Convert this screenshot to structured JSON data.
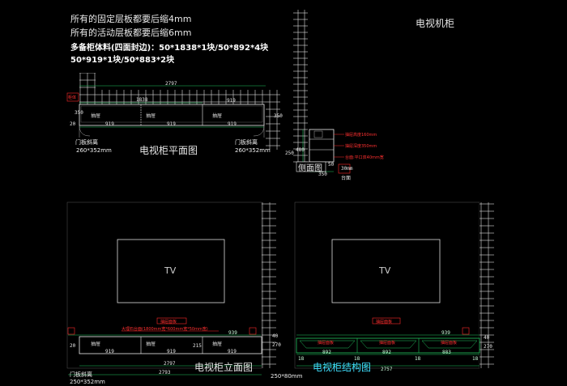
{
  "colors": {
    "background": "#000000",
    "lines": "#ffffff",
    "dimension_lines": "#22c55e",
    "annotation_red": "#ff2a2a",
    "structure_title": "#3fe0ff"
  },
  "notes": {
    "line1": "所有的固定层板都要后缩4mm",
    "line2": "所有的活动层板都要后缩6mm",
    "line3": "多备柜体料(四面封边)：50*1838*1块/50*892*4块",
    "line4": "50*919*1块/50*883*2块"
  },
  "top_title": "电视机柜",
  "plan": {
    "title": "电视柜平面图",
    "dim_total": "2797",
    "dim_1838": "1838",
    "dim_919_right": "919",
    "dims_bottom": [
      "919",
      "919",
      "919"
    ],
    "door_labels": [
      "抽屉",
      "抽屉",
      "抽屉"
    ],
    "left_note_1": "门板斜离",
    "left_note_2": "260*352mm",
    "right_note_1": "门板斜离",
    "right_note_2": "260*352mm",
    "side_dims": [
      "350",
      "20",
      "350"
    ],
    "red_note": "柜体"
  },
  "side": {
    "title": "侧面图",
    "dims": [
      "250",
      "480",
      "350",
      "50",
      "30mm"
    ],
    "red_notes": [
      "抽屉高度160mm",
      "抽屉深度350mm",
      "台面:平口双40mm宽"
    ],
    "bottom_label": "台面"
  },
  "elevation": {
    "title": "电视柜立面图",
    "tv_label": "TV",
    "red_box": "抽屉面板",
    "red_line": "大理石台面(1800mm宽*600mm宽*50mm宽)",
    "dims_bottom": [
      "919",
      "919",
      "919"
    ],
    "door_labels": [
      "抽屉",
      "抽屉",
      "抽屉"
    ],
    "dim_2797": "2797",
    "dim_2793": "2793",
    "dim_215": "215",
    "dim_20": "20",
    "dim_270": "270",
    "dim_40": "40",
    "dim_939": "939",
    "left_note_1": "门板斜离",
    "left_note_2": "250*352mm",
    "right_note": "250*80mm"
  },
  "structure": {
    "title": "电视柜结构图",
    "tv_label": "TV",
    "red_box": "抽屉面板",
    "dims": [
      "18",
      "892",
      "18",
      "892",
      "18",
      "883",
      "18"
    ],
    "dim_total": "2757",
    "dim_top": "939",
    "dim_270": "270",
    "dim_40": "40",
    "red_labels": [
      "抽屉面板",
      "抽屉面板",
      "抽屉面板"
    ]
  }
}
